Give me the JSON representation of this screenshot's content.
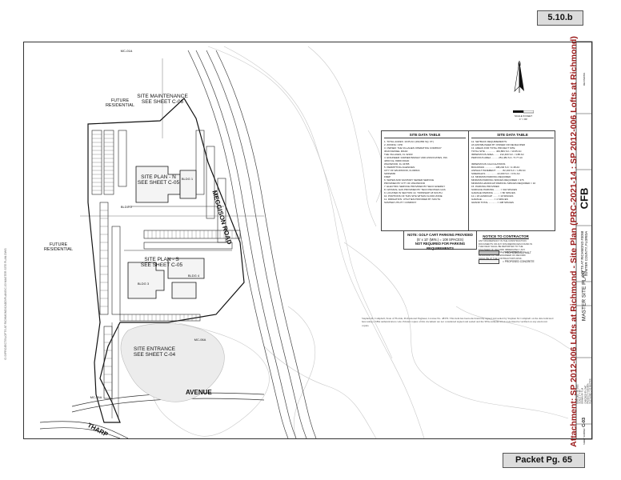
{
  "page": {
    "item_number": "5.10.b",
    "packet_page": "Packet Pg. 65",
    "attachment_label": "Attachment: SP 2012-006 Lofts at Richmond - Site Plan  (PRC-2021-14 : SP 2012-006 Lofts at Richmond)",
    "left_file_path": "G:\\3\\PROJECTS\\LOFTS AT RICHMOND\\CADD\\PLANS\\C-03 MASTER SITE PLAN.DWG"
  },
  "map": {
    "labels": {
      "site_maintenance": "SITE MAINTENANCE\nSEE SHEET C-06",
      "site_plan_n": "SITE PLAN - N\nSEE SHEET C-05",
      "site_plan_s": "SITE PLAN - S\nSEE SHEET C-05",
      "site_entrance": "SITE ENTRANCE\nSEE SHEET C-04",
      "future_residential_top": "FUTURE\nRESIDENTIAL",
      "future_residential_left": "FUTURE\nRESIDENTIAL",
      "bldg_1": "BLDG 1",
      "bldg_2": "BLDG 2",
      "bldg_3": "BLDG 3",
      "bldg_4": "BLDG 4",
      "mc_01a": "MC-01A",
      "mc_06a": "MC-06A",
      "mc_05a": "MC-05A"
    },
    "roads": {
      "meggison": "MEGGISON ROAD",
      "avenue": "AVENUE",
      "tharp": "THARP"
    }
  },
  "data_table": {
    "left_title": "SITE DATA TABLE",
    "right_title": "SITE DATA TABLE",
    "left_lines": [
      "1.   TOTAL ACRES: 10.65 AC (463,884 SQ. FT.)",
      "2.   ZONING: CPD",
      "3.   OWNER: THE VILLAGES OPERATING COMPANY",
      "       3619 KIESSEL ROAD",
      "       THE VILLAGES, FL 32163",
      "4.   ENGINEER: FARNER BARLEY AND ASSOCIATES, INC.",
      "       4450 N.E. 83RD ROAD",
      "       WILDWOOD, FL 34785",
      "5.   PERMITTING AGENCIES:",
      "       CITY OF WILDWOOD, FLORIDA",
      "       SWFWMD",
      "       FDEP",
      "6.   WATER AND SANITARY SEWER SERVICE",
      "       PROVIDED BY CITY OF WILDWOOD",
      "7.   ELECTRIC SERVICE PROVIDED BY SECO ENERGY",
      "8.   NATURAL GAS PROVIDED BY TECO PEOPLES GAS",
      "9.   LOCATED IN SECTION 13, TOWNSHIP 18 SOUTH",
      "10.  PORTIONS OF THIS SITE WITHIN FLOOD ZONE",
      "11.  IRRIGATION: UTILITIES PROVIDED BY SOUTH",
      "       SUMTER UTILITY COMPANY"
    ],
    "right_lines": [
      "12.  SETBACK REQUIREMENTS:",
      "       AS ESTABLISHED BY OWNER OR DEVELOPER",
      "13.  AREAS FOR TOTAL PROJECT SITE",
      "       TOTAL SITE ............... 463,884 S.F. / 10.65 AC",
      "       IMPERVIOUS AREA ........ 212,400 S.F. / 4.88 AC",
      "       PERVIOUS AREA .......... 251,484 S.F. / 5.77 AC",
      "",
      "       IMPERVIOUS CALCULATIONS",
      "       BUILDINGS ............... 108,240 S.F. / 2.48 AC",
      "       ASPHALT PAVEMENT ......... 82,160 S.F. / 1.89 AC",
      "       SIDEWALKS ................ 22,000 S.F. / 0.51 AC",
      "14.  MINIMUM PARKING REQUIRED",
      "       MINIMUM PARKING SPACES REQUIRED = 376",
      "       MINIMUM HANDICAP PARKING SPACES REQUIRED = 10",
      "15.  PARKING PROVIDED",
      "       SURFACE PARKING ........ = 344 SPACES",
      "       GARAGE PARKING ......... = 80 SPACES",
      "       12 x 18 HANDICAP ....... = 10 SPACES",
      "       GARAGE ................. = 4 SPACES",
      "       GRAND TOTAL ............ = 438 SPACES"
    ]
  },
  "note": {
    "title": "NOTE: GOLF CART PARKING PROVIDED",
    "line2": "(5' x 10' (MIN.) = 108 SPACES)",
    "line3": "NOT REQUIRED FOR PARKING REQUIREMENTS"
  },
  "notice": {
    "title": "NOTICE TO CONTRACTOR",
    "text": "ANY DISCREPANCY IN THE CONSTRUCTION DOCUMENTS OR ANY DISCREPANCIES FOUND IN THE FIELD SHALL BE REPORTED TO THE ENGINEER OF RECORD IMMEDIATELY. ANY DEVIATION FROM THE PLANS WITHOUT APPROVAL OF THE ENGINEER OF RECORD SHALL BE AT THE CONTRACTOR'S RISK."
  },
  "legend": {
    "asphalt": "= PROPOSED ASPHALT",
    "concrete": "= PROPOSED CONCRETE"
  },
  "disclaimer": "Stephen M. Campbell, State of Florida, Professional Engineer, License No. 48376. This item has been electronically signed and sealed by Stephen M. Campbell on the date indicated here using a SHA authentication code. Printed copies of this document are not considered signed and sealed and the SHA authentication code must be verified on any electronic copies.",
  "scale": {
    "label": "SCALE IN FEET",
    "ratio": "1\" = 80'"
  },
  "title_block": {
    "sheet_title": "MASTER SITE PLAN",
    "project_line1": "LOFTS AT RICHMOND #3058",
    "project_line2": "SUMTER COUNTY, FLORIDA",
    "firm_name": "CFB",
    "date_label": "DATE",
    "date_value": "DEC. 30, 2021",
    "scale_label": "SCALE",
    "scale_value": "1\" = 80'",
    "drawn_label": "DRAWN BY",
    "drawn_value": "TLM",
    "checked_label": "CHECKED BY",
    "checked_value": "SMC",
    "project_no_label": "PROJECT #",
    "project_no_value": "021080A",
    "file_label": "FILE NAME",
    "file_value": "C-03 MASTER",
    "sheet_number_label": "SHEET NUMBER",
    "sheet_number": "C-03",
    "revisions_label": "REVISIONS"
  },
  "colors": {
    "attachment_red": "#9a1818",
    "badge_gray": "#dcdcdc",
    "line": "#333333"
  }
}
